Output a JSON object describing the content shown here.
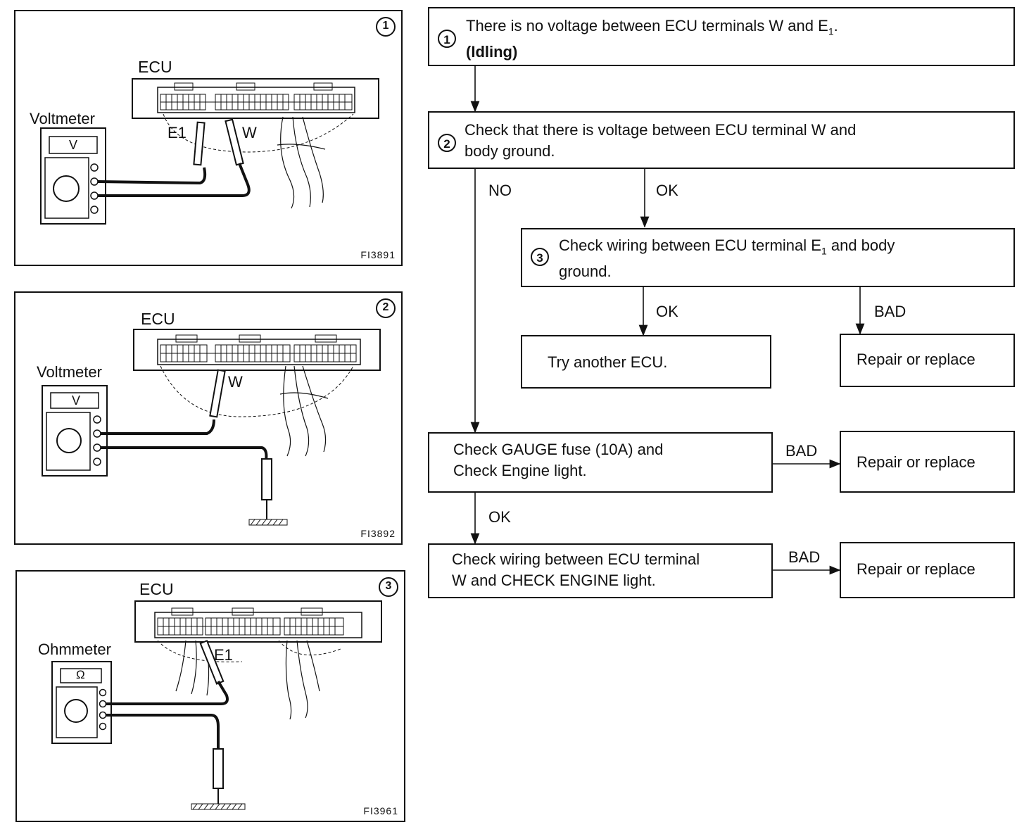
{
  "panels": [
    {
      "num": "1",
      "ecu_label": "ECU",
      "meter_label": "Voltmeter",
      "meter_symbol": "V",
      "terminals": [
        "E1",
        "W"
      ],
      "fig_code": "FI3891"
    },
    {
      "num": "2",
      "ecu_label": "ECU",
      "meter_label": "Voltmeter",
      "meter_symbol": "V",
      "terminals": [
        "W"
      ],
      "fig_code": "FI3892"
    },
    {
      "num": "3",
      "ecu_label": "ECU",
      "meter_label": "Ohmmeter",
      "meter_symbol": "Ω",
      "terminals": [
        "E1"
      ],
      "fig_code": "FI3961"
    }
  ],
  "flow": {
    "step1": {
      "num": "1",
      "text_a": "There is no voltage between ECU terminals W and E",
      "sub": "1",
      "text_b": ".",
      "line2": "(Idling)"
    },
    "step2": {
      "num": "2",
      "line1": "Check that there is voltage between ECU terminal W and",
      "line2": "body ground."
    },
    "step3": {
      "num": "3",
      "text_a": "Check wiring between ECU terminal E",
      "sub": "1",
      "text_b": " and body",
      "line2": "ground."
    },
    "try_ecu": "Try another ECU.",
    "repair1": "Repair or replace",
    "gauge": {
      "line1": "Check GAUGE fuse (10A) and",
      "line2": "Check Engine light."
    },
    "repair2": "Repair or replace",
    "wiring_w": {
      "line1": "Check wiring between ECU terminal",
      "line2": "W and CHECK ENGINE light."
    },
    "repair3": "Repair or replace",
    "labels": {
      "no": "NO",
      "ok1": "OK",
      "ok2": "OK",
      "bad1": "BAD",
      "bad2": "BAD",
      "ok3": "OK",
      "bad3": "BAD"
    }
  }
}
